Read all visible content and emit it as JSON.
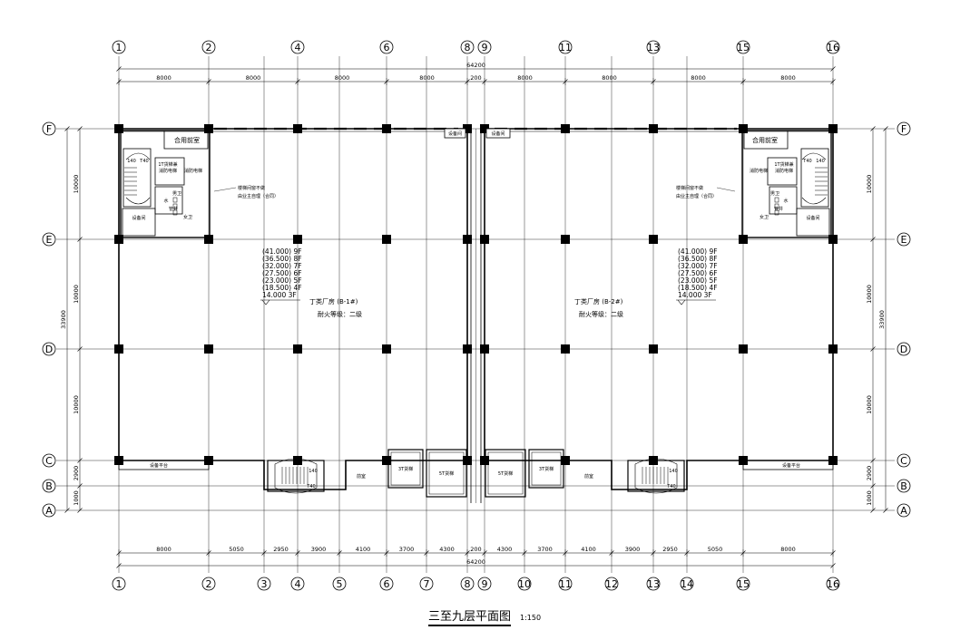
{
  "drawing": {
    "title": "三至九层平面图",
    "scale": "1:150"
  },
  "axes": {
    "vertical": [
      {
        "label": "1",
        "top": true,
        "bottom": true
      },
      {
        "label": "2",
        "top": true,
        "bottom": true
      },
      {
        "label": "3",
        "top": false,
        "bottom": true
      },
      {
        "label": "4",
        "top": true,
        "bottom": true
      },
      {
        "label": "5",
        "top": false,
        "bottom": true
      },
      {
        "label": "6",
        "top": true,
        "bottom": true
      },
      {
        "label": "7",
        "top": false,
        "bottom": true
      },
      {
        "label": "8",
        "top": true,
        "bottom": true
      },
      {
        "label": "9",
        "top": true,
        "bottom": true
      },
      {
        "label": "10",
        "top": false,
        "bottom": true
      },
      {
        "label": "11",
        "top": true,
        "bottom": true
      },
      {
        "label": "12",
        "top": false,
        "bottom": true
      },
      {
        "label": "13",
        "top": true,
        "bottom": true
      },
      {
        "label": "14",
        "top": false,
        "bottom": true
      },
      {
        "label": "15",
        "top": true,
        "bottom": true
      },
      {
        "label": "16",
        "top": true,
        "bottom": true
      }
    ],
    "horizontal": [
      "F",
      "E",
      "D",
      "C",
      "B",
      "A"
    ]
  },
  "dimensions": {
    "top_total": "64200",
    "top_segments": [
      "8000",
      "8000",
      "8000",
      "8000",
      "200",
      "8000",
      "8000",
      "8000",
      "8000"
    ],
    "bottom_total": "64200",
    "bottom_segments": [
      "8000",
      "5050",
      "2950",
      "3900",
      "4100",
      "3700",
      "4300",
      "200",
      "4300",
      "3700",
      "4100",
      "3900",
      "2950",
      "5050",
      "8000"
    ],
    "side_total": "33900",
    "side_segments": [
      "10000",
      "10000",
      "10000",
      "2900",
      "1000"
    ]
  },
  "rooms": {
    "shared_front_room": "合用前室",
    "freight_elevator": "1T货梯兼消防电梯",
    "fire_elevator": "消防电梯",
    "equipment_room": "设备间",
    "equipment_platform": "设备平台",
    "front_room": "前室",
    "elevator_3t": "3T货梯",
    "elevator_5t": "5T货梯",
    "male_wc": "男卫",
    "female_wc": "女卫",
    "stair_up": "140",
    "stair_down": "T40",
    "note_line1": "楼梯间窗不做",
    "note_line2": "由业主自理（合同）",
    "pipe_shaft": "管井",
    "water_room": "水"
  },
  "factories": [
    {
      "name": "丁类厂房 (B-1#)",
      "grade": "耐火等级：二级",
      "levels": [
        "(41.000) 9F",
        "(36.500) 8F",
        "(32.000) 7F",
        "(27.500) 6F",
        "(23.000) 5F",
        "(18.500) 4F",
        "14.000  3F"
      ]
    },
    {
      "name": "丁类厂房 (B-2#)",
      "grade": "耐火等级：二级",
      "levels": [
        "(41.000) 9F",
        "(36.500) 8F",
        "(32.000) 7F",
        "(27.500) 6F",
        "(23.000) 5F",
        "(18.500) 4F",
        "14.000  3F"
      ]
    }
  ]
}
